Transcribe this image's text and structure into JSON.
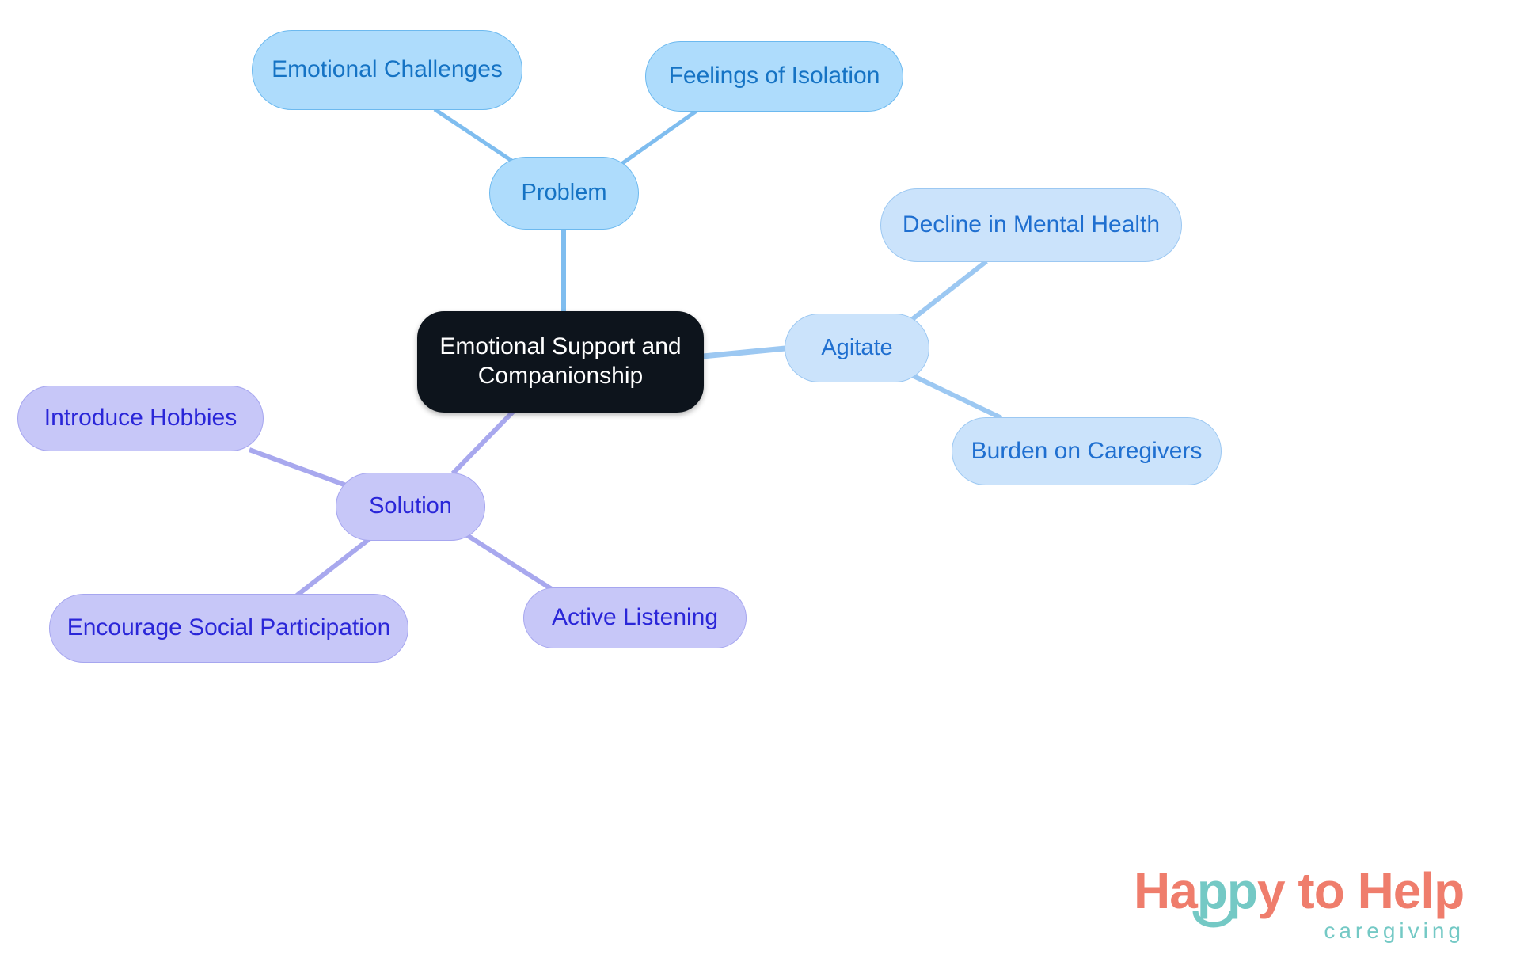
{
  "diagram": {
    "type": "mindmap",
    "title": "Emotional Support and Companionship",
    "background_color": "#ffffff",
    "root": {
      "id": "root",
      "label": "Emotional Support and\nCompanionship",
      "fill": "#0d141c",
      "text_color": "#ffffff"
    },
    "branches": [
      {
        "id": "problem",
        "label": "Problem",
        "fill": "#aedcfc",
        "border": "#6cb9ef",
        "text_color": "#1573c4",
        "edge_color": "#7fbdef",
        "children": [
          {
            "id": "emotional-challenges",
            "label": "Emotional Challenges"
          },
          {
            "id": "feelings-of-isolation",
            "label": "Feelings of Isolation"
          }
        ]
      },
      {
        "id": "agitate",
        "label": "Agitate",
        "fill": "#cbe3fb",
        "border": "#9cc8f2",
        "text_color": "#1f6fd0",
        "edge_color": "#9cc8f2",
        "children": [
          {
            "id": "decline-in-mental-health",
            "label": "Decline in Mental Health"
          },
          {
            "id": "burden-on-caregivers",
            "label": "Burden on Caregivers"
          }
        ]
      },
      {
        "id": "solution",
        "label": "Solution",
        "fill": "#c7c7f8",
        "border": "#a6a6ef",
        "text_color": "#2a26d8",
        "edge_color": "#a8a8ee",
        "children": [
          {
            "id": "introduce-hobbies",
            "label": "Introduce Hobbies"
          },
          {
            "id": "encourage-social-participation",
            "label": "Encourage Social Participation"
          },
          {
            "id": "active-listening",
            "label": "Active Listening"
          }
        ]
      }
    ]
  },
  "logo": {
    "word_happy_to": "Ha",
    "word_pp": "pp",
    "word_rest": "y to Help",
    "sub": "caregiving",
    "primary_color": "#ef7d6c",
    "accent_color": "#74c9c5"
  }
}
